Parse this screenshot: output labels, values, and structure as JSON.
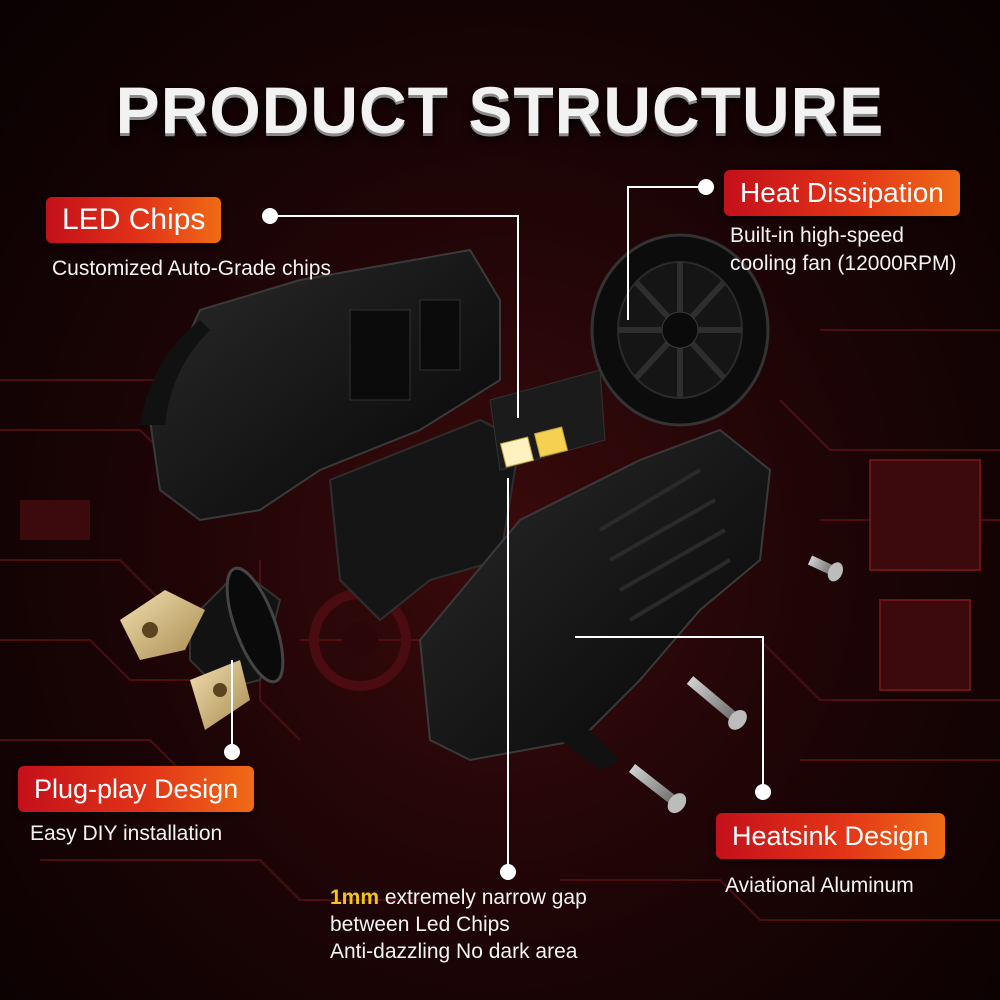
{
  "title": "PRODUCT STRUCTURE",
  "colors": {
    "badge_start": "#c4101a",
    "badge_end": "#f06b16",
    "highlight": "#f4c418",
    "background": "#1a0405"
  },
  "callouts": {
    "led_chips": {
      "label": "LED Chips",
      "desc": "Customized Auto-Grade chips"
    },
    "heat_dissipation": {
      "label": "Heat Dissipation",
      "desc_line1": "Built-in high-speed",
      "desc_line2": "cooling fan (12000RPM)"
    },
    "plug_play": {
      "label": "Plug-play Design",
      "desc": "Easy DIY installation"
    },
    "heatsink": {
      "label": "Heatsink Design",
      "desc": "Aviational Aluminum"
    },
    "gap": {
      "highlight": "1mm",
      "line1_rest": " extremely narrow gap",
      "line2": "between Led Chips",
      "line3": "Anti-dazzling No dark area"
    }
  },
  "icons": [
    "cooling-fan-icon",
    "led-chip-icon",
    "heatsink-icon",
    "plug-connector-icon",
    "screw-icon"
  ]
}
